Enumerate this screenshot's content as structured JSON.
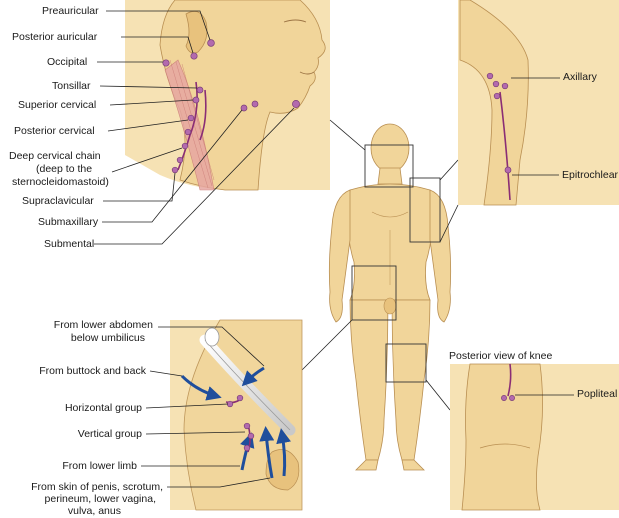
{
  "neck_panel": {
    "labels": [
      "Preauricular",
      "Posterior auricular",
      "Occipital",
      "Tonsillar",
      "Superior cervical",
      "Posterior cervical",
      "Deep cervical chain",
      "(deep to the",
      "sternocleidomastoid)",
      "Supraclavicular",
      "Submaxillary",
      "Submental"
    ]
  },
  "arm_panel": {
    "labels": [
      "Axillary",
      "Epitrochlear"
    ]
  },
  "groin_panel": {
    "labels": [
      "From lower abdomen",
      "below umbilicus",
      "From buttock and back",
      "Horizontal group",
      "Vertical group",
      "From lower limb",
      "From skin of penis, scrotum,",
      "perineum, lower vagina,",
      "vulva, anus"
    ]
  },
  "knee_panel": {
    "title": "Posterior view of knee",
    "labels": [
      "Popliteal"
    ]
  },
  "colors": {
    "skin": "#f1d59a",
    "panel_bg": "#f6e2b4",
    "lymph_node": "#b36aae",
    "lymph_vessel": "#8a2d75",
    "arrow": "#1f4e9c",
    "muscle": "#e7a7a2"
  }
}
